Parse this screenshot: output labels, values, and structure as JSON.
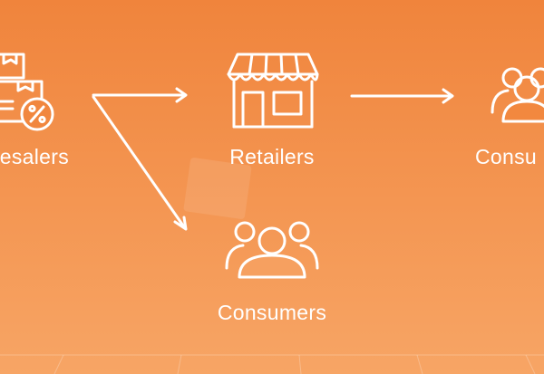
{
  "diagram": {
    "nodes": {
      "wholesalers": {
        "label": "esalers",
        "icon": "wholesale-boxes-icon"
      },
      "retailers": {
        "label": "Retailers",
        "icon": "storefront-icon"
      },
      "consumers_right": {
        "label": "Consu",
        "icon": "people-group-icon"
      },
      "consumers_bottom": {
        "label": "Consumers",
        "icon": "people-group-icon"
      }
    },
    "edges": [
      {
        "from": "wholesalers",
        "to": "retailers"
      },
      {
        "from": "wholesalers",
        "to": "consumers_bottom"
      },
      {
        "from": "retailers",
        "to": "consumers_right"
      }
    ]
  },
  "colors": {
    "background_top": "#F0843C",
    "background_bottom": "#F7A565",
    "foreground": "#FFFFFF"
  }
}
